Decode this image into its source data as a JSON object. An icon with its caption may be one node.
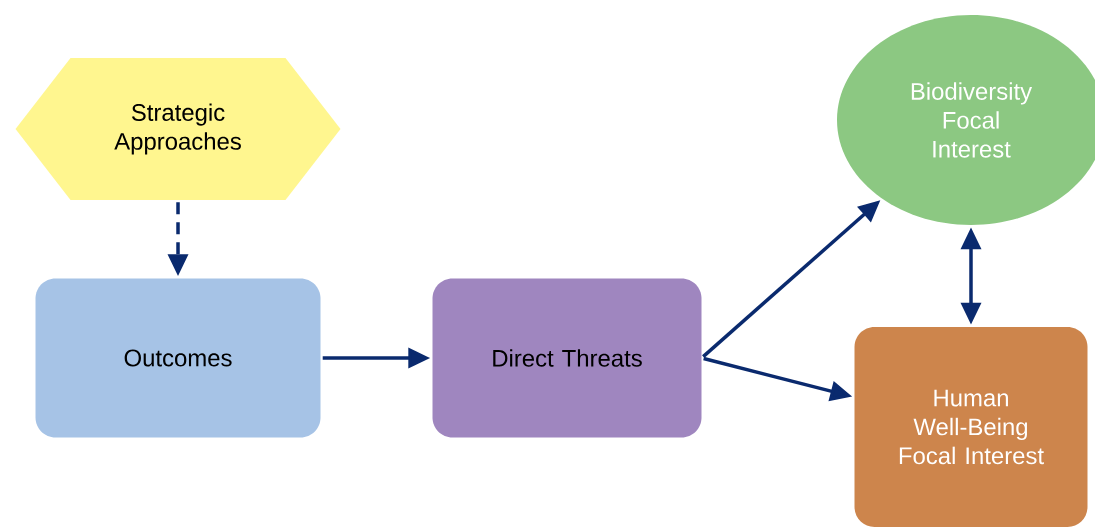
{
  "diagram": {
    "nodes": [
      {
        "text": [
          "Strategic Approaches"
        ]
      },
      {
        "text": [
          "Outcomes"
        ]
      },
      {
        "text": [
          "Direct Threats"
        ]
      },
      {
        "text": [
          "Biodiversity Focal Interest"
        ]
      },
      {
        "text": [
          "Human Well-Being Focal Interest"
        ]
      }
    ],
    "edges": [
      {
        "from": 0,
        "to": 1,
        "arrow": "to",
        "style": "dashed"
      },
      {
        "from": 1,
        "to": 2,
        "arrow": "to"
      },
      {
        "from": 2,
        "to": 3,
        "arrow": "to"
      },
      {
        "from": 2,
        "to": 4,
        "arrow": "to"
      },
      {
        "from": 3,
        "to": 4,
        "arrow": "both"
      }
    ]
  }
}
